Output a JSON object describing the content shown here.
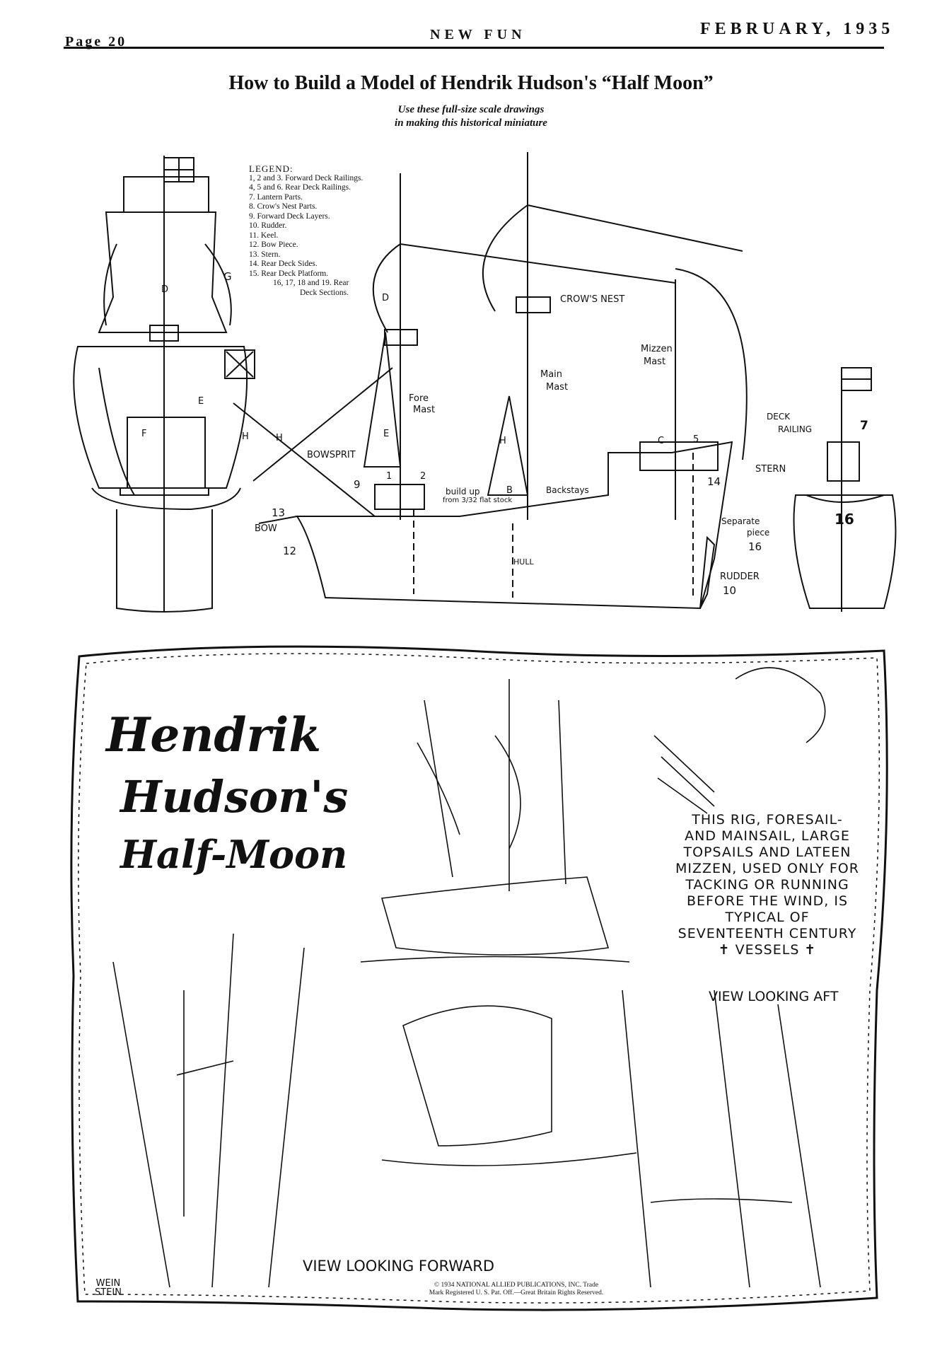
{
  "header": {
    "page": "Page 20",
    "magazine": "NEW FUN",
    "date": "FEBRUARY, 1935"
  },
  "article": {
    "title": "How to Build a Model of Hendrik Hudson's “Half Moon”",
    "subtitle_line1": "Use these full-size scale drawings",
    "subtitle_line2": "in making this historical miniature"
  },
  "legend": {
    "heading": "LEGEND:",
    "items": [
      "1, 2 and 3. Forward Deck Railings.",
      "4, 5 and 6. Rear Deck Railings.",
      "7. Lantern Parts.",
      "8. Crow's Nest Parts.",
      "9. Forward Deck Layers.",
      "10. Rudder.",
      "11. Keel.",
      "12. Bow Piece.",
      "13. Stern.",
      "14. Rear Deck Sides.",
      "15. Rear Deck Platform.",
      "16, 17, 18 and 19. Rear",
      "Deck Sections."
    ]
  },
  "diagram_labels": {
    "d_front": "D",
    "g_front": "G",
    "e_front": "E",
    "f_front": "F",
    "h_front": "H",
    "n13": "13",
    "bow": "BOW",
    "n12": "12",
    "d_side": "D",
    "e_side": "E",
    "h_side": "H",
    "h_main": "H",
    "bowsprit": "BOWSPRIT",
    "n9": "9",
    "n1": "1",
    "n2": "2",
    "b": "B",
    "build_up_1": "build up",
    "build_up_2": "from 3/32 flat stock",
    "backstays": "Backstays",
    "crows_nest": "CROW'S NEST",
    "fore_mast_1": "Fore",
    "fore_mast_2": "Mast",
    "main_mast_1": "Main",
    "main_mast_2": "Mast",
    "mizzen_mast_1": "Mizzen",
    "mizzen_mast_2": "Mast",
    "c": "C",
    "n5": "5",
    "n14": "14",
    "hull": "HULL",
    "separate_1": "Separate",
    "separate_2": "piece",
    "n16": "16",
    "rudder": "RUDDER",
    "n10": "10",
    "deck_railing_1": "DECK",
    "deck_railing_2": "RAILING",
    "n7": "7",
    "stern": "STERN",
    "n16_rear": "16"
  },
  "panel": {
    "script_line1": "Hendrik",
    "script_line2": "Hudson's",
    "script_line3": "Half-Moon",
    "rig_note": [
      "THIS RIG, FORESAIL-",
      "AND MAINSAIL, LARGE",
      "TOPSAILS AND LATEEN",
      "MIZZEN, USED ONLY FOR",
      "TACKING OR RUNNING",
      "BEFORE THE WIND, IS",
      "TYPICAL OF",
      "SEVENTEENTH CENTURY",
      "✝ VESSELS ✝"
    ],
    "view_aft": "VIEW LOOKING AFT",
    "view_forward": "VIEW LOOKING FORWARD",
    "artist_line1": "WEIN",
    "artist_line2": "STEIN",
    "copyright_line1": "© 1934 NATIONAL ALLIED PUBLICATIONS, INC. Trade",
    "copyright_line2": "Mark Registered U. S. Pat. Off.—Great Britain Rights Reserved."
  }
}
